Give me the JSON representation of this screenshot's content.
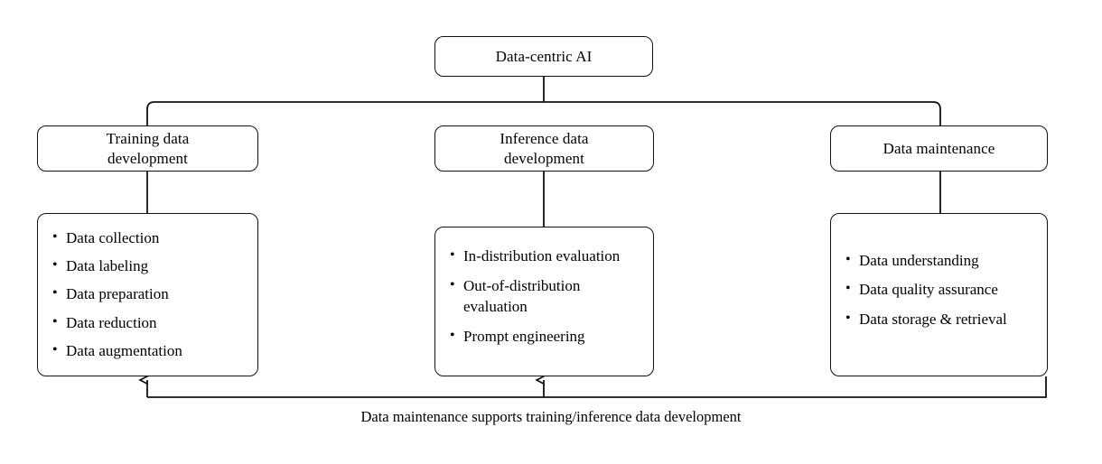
{
  "diagram": {
    "title": "Data-centric AI",
    "root": {
      "label": "Data-centric AI"
    },
    "branches": [
      {
        "id": "training-data-development",
        "label": "Training data\ndevelopment",
        "items": [
          "Data collection",
          "Data labeling",
          "Data preparation",
          "Data reduction",
          "Data augmentation"
        ]
      },
      {
        "id": "inference-data-development",
        "label": "Inference data\ndevelopment",
        "items": [
          "In-distribution evaluation",
          "Out-of-distribution evaluation",
          "Prompt engineering"
        ]
      },
      {
        "id": "data-maintenance",
        "label": "Data maintenance",
        "items": [
          "Data understanding",
          "Data quality assurance",
          "Data storage & retrieval"
        ]
      }
    ],
    "feedback_caption": "Data maintenance supports training/inference data development",
    "colors": {
      "stroke": "#111111",
      "background": "#ffffff",
      "text": "#000000"
    }
  }
}
